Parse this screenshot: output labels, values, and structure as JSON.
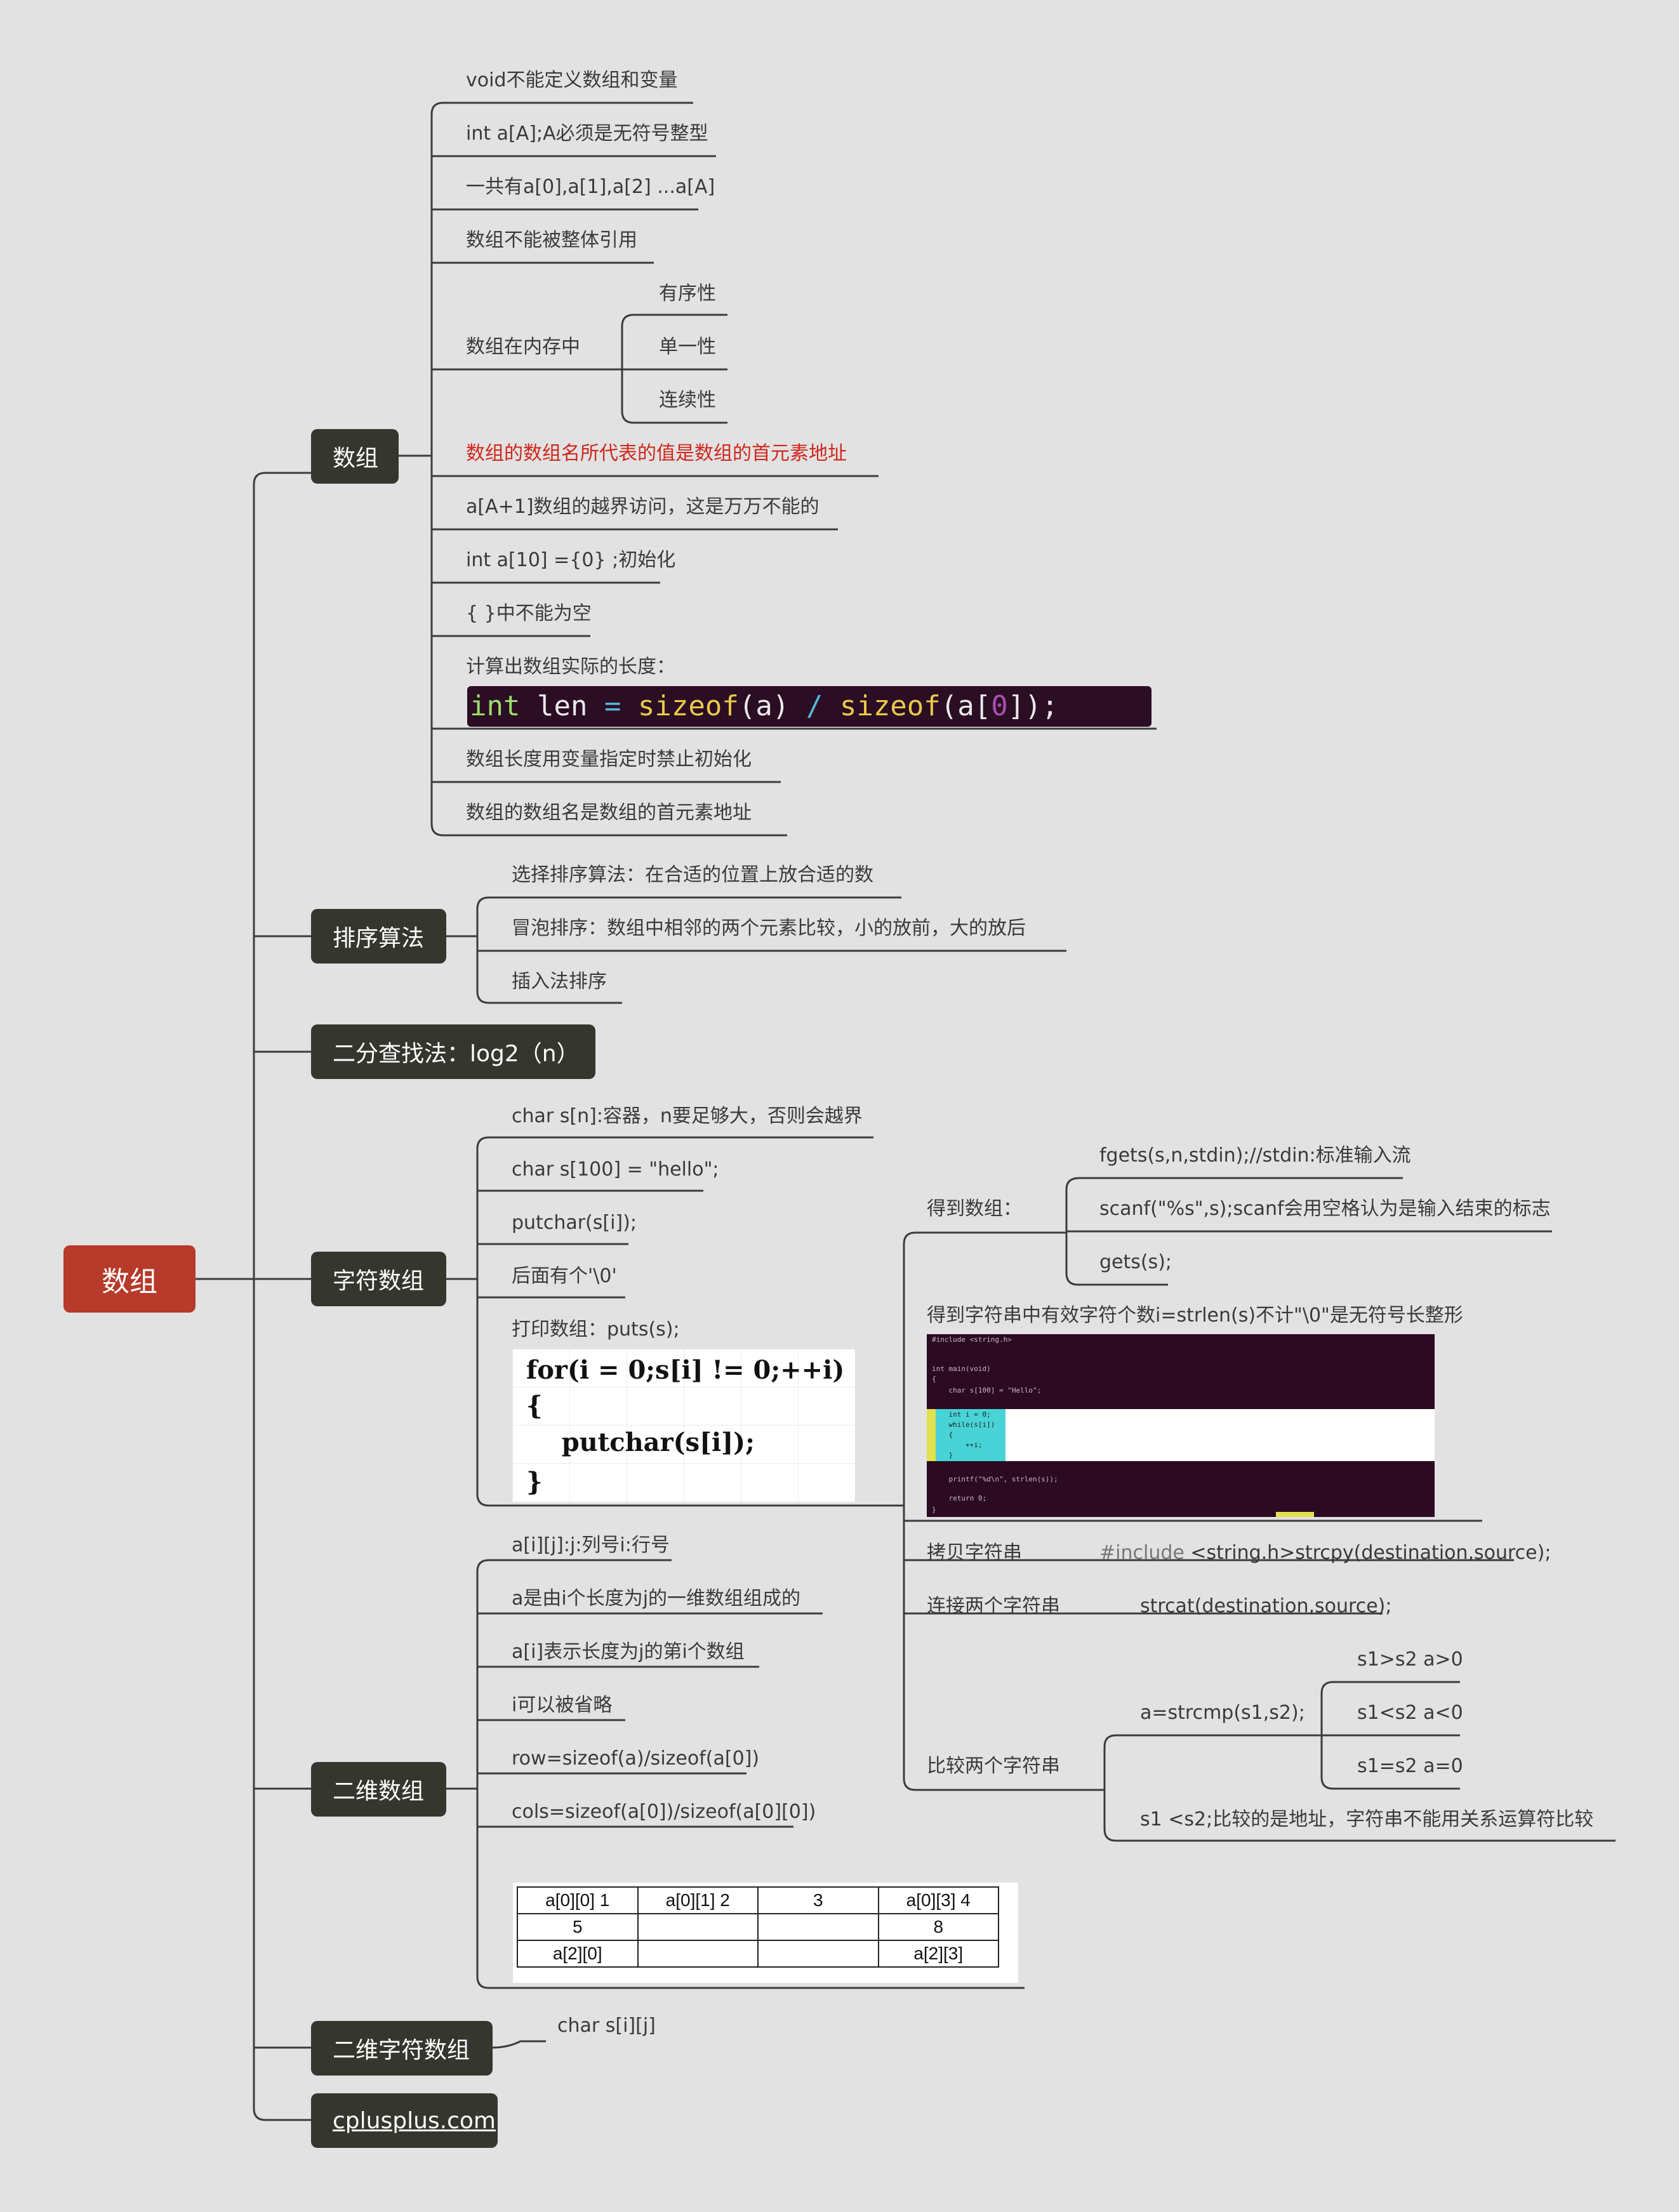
{
  "root": "数组",
  "b_array": {
    "label": "数组",
    "items": [
      "void不能定义数组和变量",
      "int a[A];A必须是无符号整型",
      "一共有a[0],a[1],a[2] ...a[A]",
      "数组不能被整体引用",
      "数组在内存中",
      "数组的数组名所代表的值是数组的首元素地址",
      "a[A+1]数组的越界访问，这是万万不能的",
      "int a[10] ={0} ;初始化",
      "{ }中不能为空",
      "计算出数组实际的长度：",
      "数组长度用变量指定时禁止初始化",
      "数组的数组名是数组的首元素地址"
    ],
    "memory_props": [
      "有序性",
      "单一性",
      "连续性"
    ],
    "code": {
      "kw": "int",
      "id1": " len ",
      "eq": "=",
      "fn1": " sizeof",
      "p1": "(a) ",
      "slash": "/",
      "fn2": " sizeof",
      "p2": "(a[",
      "zero": "0",
      "p3": "]);"
    }
  },
  "b_sort": {
    "label": "排序算法",
    "items": [
      "选择排序算法：在合适的位置上放合适的数",
      "冒泡排序：数组中相邻的两个元素比较，小的放前，大的放后",
      "插入法排序"
    ]
  },
  "b_binary": {
    "label": "二分查找法：log2（n）"
  },
  "b_chararr": {
    "label": "字符数组",
    "items": [
      "char s[n]:容器，n要足够大，否则会越界",
      "char s[100] = \"hello\";",
      "putchar(s[i]);",
      "后面有个'\\0'",
      "打印数组：puts(s);"
    ],
    "code_lines": [
      "for(i = 0;s[i] != 0;++i)",
      "{",
      "    putchar(s[i]);",
      "}"
    ]
  },
  "strings": {
    "get_array": {
      "label": "得到数组：",
      "items": [
        "fgets(s,n,stdin);//stdin:标准输入流",
        "scanf(\"%s\",s);scanf会用空格认为是输入结束的标志",
        "gets(s);"
      ]
    },
    "strlen": "得到字符串中有效字符个数i=strlen(s)不计\"\\0\"是无符号长整形",
    "terminal_lines": [
      "#include <string.h>",
      "int main(void)",
      "{",
      "    char s[100] = \"Hello\";",
      "    int i = 0;",
      "    while(s[i])",
      "    {",
      "        ++i;",
      "    }",
      "    printf(\"%d\\n\", strlen(s));",
      "    return 0;",
      "}"
    ],
    "copy": {
      "label": "拷贝字符串",
      "value_prefix": "#include",
      "value": " <string.h>strcpy(destination,source);"
    },
    "concat": {
      "label": "连接两个字符串",
      "value": "strcat(destination,source);"
    },
    "compare": {
      "label": "比较两个字符串",
      "fn": "a=strcmp(s1,s2);",
      "cases": [
        "s1>s2  a>0",
        "s1<s2  a<0",
        "s1=s2  a=0"
      ],
      "note": "s1 <s2;比较的是地址，字符串不能用关系运算符比较"
    }
  },
  "b_2d": {
    "label": "二维数组",
    "items": [
      "a[i][j]:j:列号i:行号",
      "a是由i个长度为j的一维数组组成的",
      "a[i]表示长度为j的第i个数组",
      "i可以被省略",
      "row=sizeof(a)/sizeof(a[0])",
      "cols=sizeof(a[0])/sizeof(a[0][0])"
    ],
    "table": [
      [
        "a[0][0] 1",
        "a[0][1]  2",
        "3",
        "a[0][3]  4"
      ],
      [
        "5",
        "",
        "",
        "8"
      ],
      [
        "a[2][0]",
        "",
        "",
        "a[2][3]"
      ]
    ]
  },
  "b_2dchar": {
    "label": "二维字符数组",
    "item": "char s[i][j]"
  },
  "b_link": {
    "label": "cplusplus.com"
  }
}
